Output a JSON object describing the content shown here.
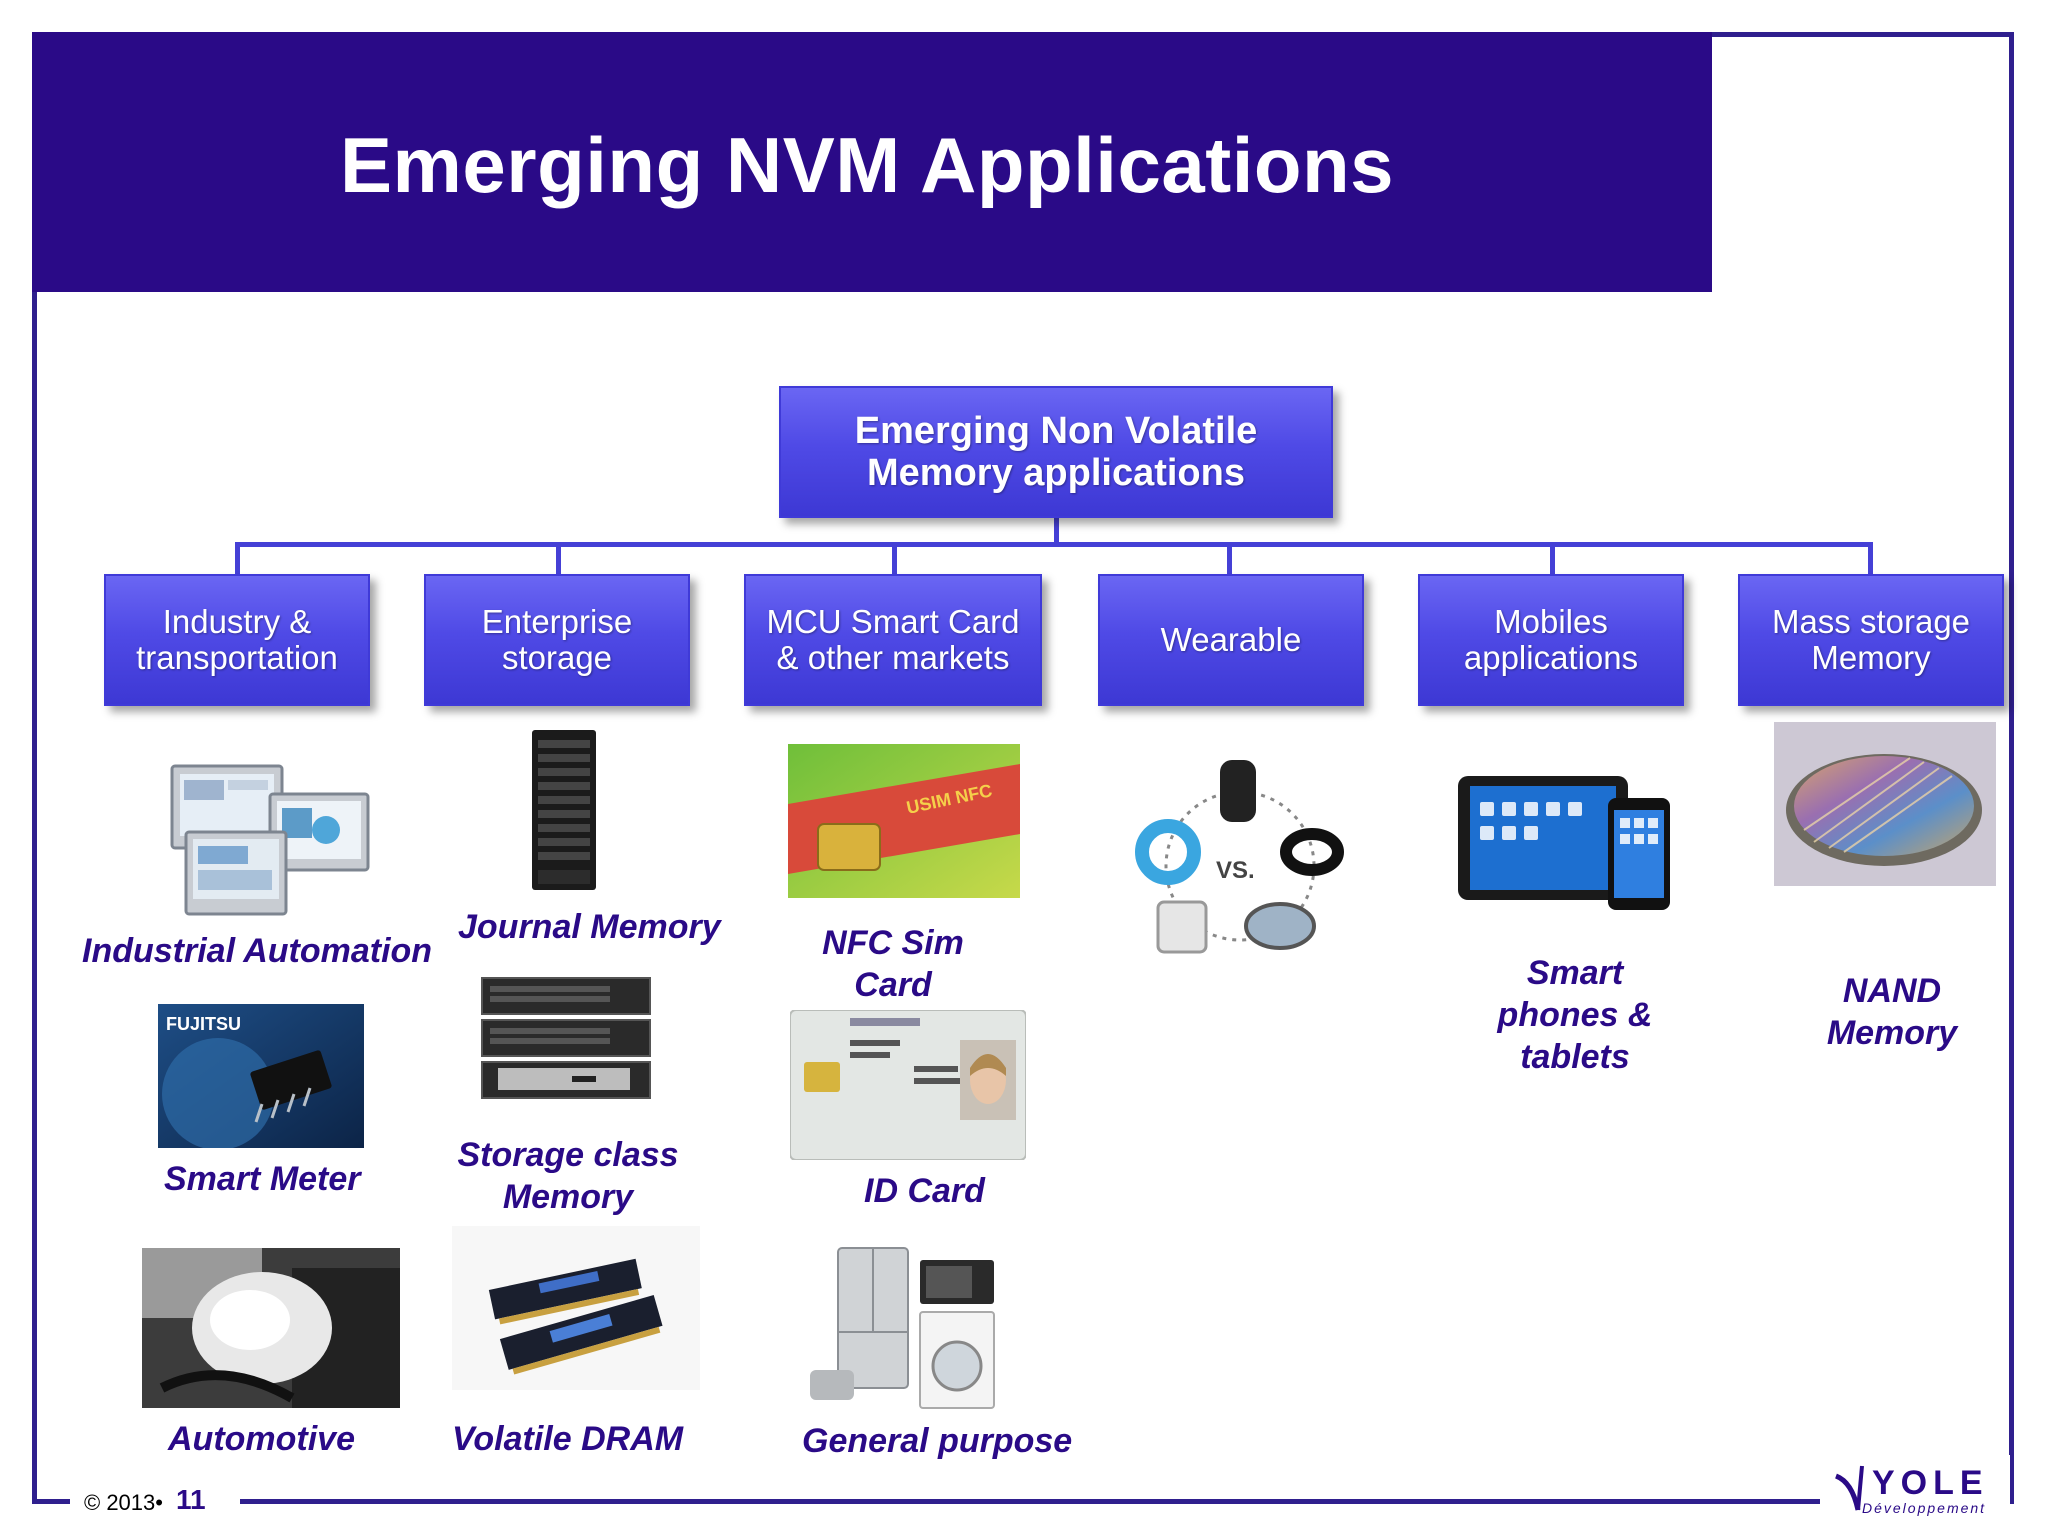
{
  "slide": {
    "title": "Emerging NVM Applications",
    "copyright": "© 2013•",
    "page_number": "11",
    "logo": {
      "text": "YOLE",
      "subtext": "Développement"
    }
  },
  "tree": {
    "root": "Emerging Non Volatile Memory applications",
    "categories": [
      {
        "label": "Industry & transportation"
      },
      {
        "label": "Enterprise storage"
      },
      {
        "label": "MCU Smart Card & other markets"
      },
      {
        "label": "Wearable"
      },
      {
        "label": "Mobiles applications"
      },
      {
        "label": "Mass storage Memory"
      }
    ]
  },
  "applications": {
    "industrial_automation": "Industrial Automation",
    "smart_meter": "Smart Meter",
    "automotive": "Automotive",
    "journal_memory": "Journal Memory",
    "storage_class_memory": "Storage class Memory",
    "volatile_dram": "Volatile DRAM",
    "nfc_sim_card": "NFC Sim Card",
    "id_card": "ID Card",
    "general_purpose": "General purpose",
    "smart_phones_tablets": "Smart phones & tablets",
    "nand_memory": "NAND Memory"
  },
  "pictures": {
    "smart_meter_brand": "FUJITSU",
    "sim_text": "USIM NFC",
    "wearable_vs": "VS."
  },
  "colors": {
    "title_band": "#2a0a87",
    "box_fill": "#4f4ae6",
    "label_text": "#2a0a87"
  }
}
